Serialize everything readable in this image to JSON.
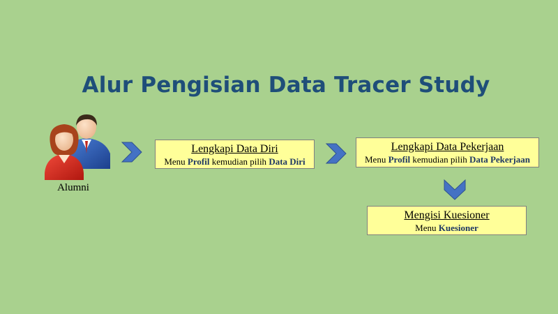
{
  "title": "Alur Pengisian Data Tracer Study",
  "alumni": {
    "label": "Alumni",
    "icon": "alumni-people-icon"
  },
  "steps": [
    {
      "heading": "Lengkapi Data Diri",
      "prefix": "Menu ",
      "menu": "Profil",
      "middle": " kemudian pilih ",
      "item": "Data Diri"
    },
    {
      "heading": "Lengkapi Data Pekerjaan",
      "prefix": "Menu ",
      "menu": "Profil",
      "middle": " kemudian pilih ",
      "item": "Data Pekerjaan"
    },
    {
      "heading": "Mengisi Kuesioner",
      "prefix": "Menu ",
      "menu": "Kuesioner"
    }
  ],
  "colors": {
    "background": "#a9d18e",
    "title": "#1f4e79",
    "box_fill": "#ffff99",
    "arrow": "#4472c4"
  }
}
